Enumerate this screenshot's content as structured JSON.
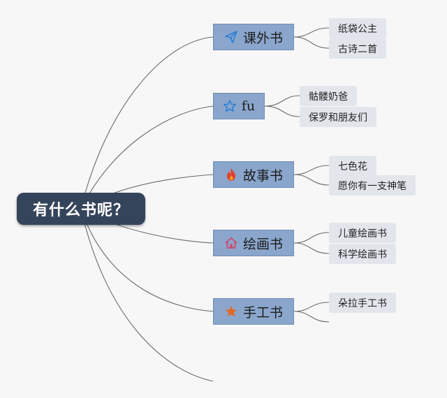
{
  "root": {
    "label": "有什么书呢？"
  },
  "branches": [
    {
      "label": "课外书",
      "icon": "paper-plane-icon",
      "color": "#2a7fd4",
      "leaves": [
        "纸袋公主",
        "古诗二首"
      ]
    },
    {
      "label": "fu",
      "icon": "star-outline-icon",
      "color": "#2a7fd4",
      "leaves": [
        "骷髅奶爸",
        "保罗和朋友们"
      ]
    },
    {
      "label": "故事书",
      "icon": "flame-icon",
      "color": "#e0402a",
      "leaves": [
        "七色花",
        "愿你有一支神笔"
      ]
    },
    {
      "label": "绘画书",
      "icon": "house-icon",
      "color": "#d0456e",
      "leaves": [
        "儿童绘画书",
        "科学绘画书"
      ]
    },
    {
      "label": "手工书",
      "icon": "star-filled-icon",
      "color": "#e06a28",
      "leaves": [
        "朵拉手工书",
        ""
      ]
    },
    {
      "label": "",
      "leaves": []
    }
  ],
  "colors": {
    "root_bg": "#34445a",
    "branch_bg": "#8aa6cc",
    "leaf_bg": "#e2e6ec",
    "connector": "#6a6a6a"
  }
}
